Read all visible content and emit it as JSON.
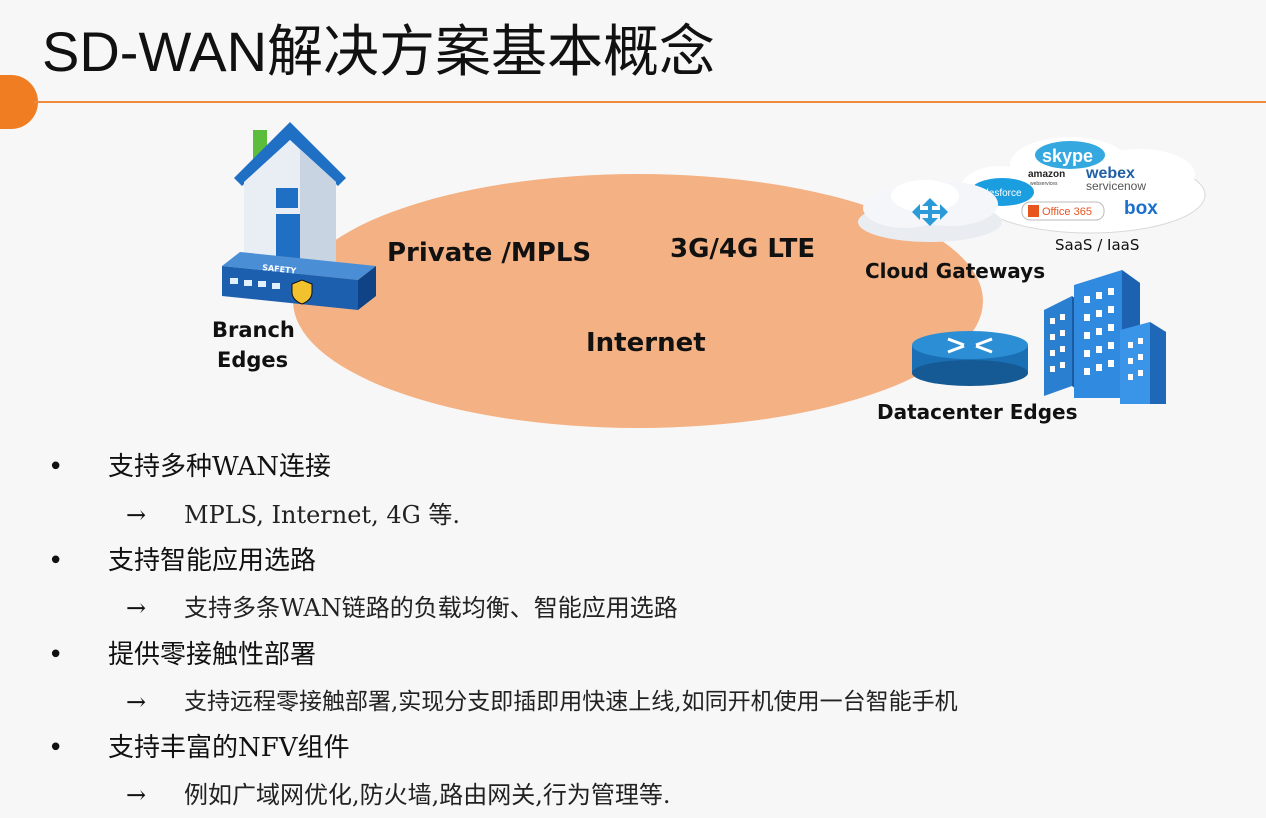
{
  "title": "SD-WAN解决方案基本概念",
  "diagram": {
    "network_labels": {
      "private_mpls": "Private /MPLS",
      "lte": "3G/4G LTE",
      "internet": "Internet"
    },
    "branch_label_line1": "Branch",
    "branch_label_line2": "Edges",
    "branch_device_text": "SAFETY",
    "cloud_gateways_label": "Cloud Gateways",
    "saas_label": "SaaS / IaaS",
    "datacenter_label": "Datacenter Edges",
    "brands": {
      "skype": "skype",
      "amazon": "amazon",
      "amazon_sub": "webservices",
      "webex": "webex",
      "servicenow": "servicenow",
      "salesforce": "salesforce",
      "office365": "Office 365",
      "box": "box"
    },
    "colors": {
      "cloud_blob": "#f4b183",
      "accent": "#f08a3c",
      "house_blue": "#1f6fc4",
      "router_blue": "#1b7fc4"
    }
  },
  "bullets": [
    {
      "marker": "•",
      "text": "支持多种WAN连接",
      "sub_arrow": "→",
      "sub": "MPLS, Internet, 4G 等."
    },
    {
      "marker": "•",
      "text": "支持智能应用选路",
      "sub_arrow": "→",
      "sub": "支持多条WAN链路的负载均衡、智能应用选路"
    },
    {
      "marker": "•",
      "text": "提供零接触性部署",
      "sub_arrow": "→",
      "sub": "支持远程零接触部署,实现分支即插即用快速上线,如同开机使用一台智能手机"
    },
    {
      "marker": "•",
      "text": "支持丰富的NFV组件",
      "sub_arrow": "→",
      "sub": "例如广域网优化,防火墙,路由网关,行为管理等."
    }
  ]
}
